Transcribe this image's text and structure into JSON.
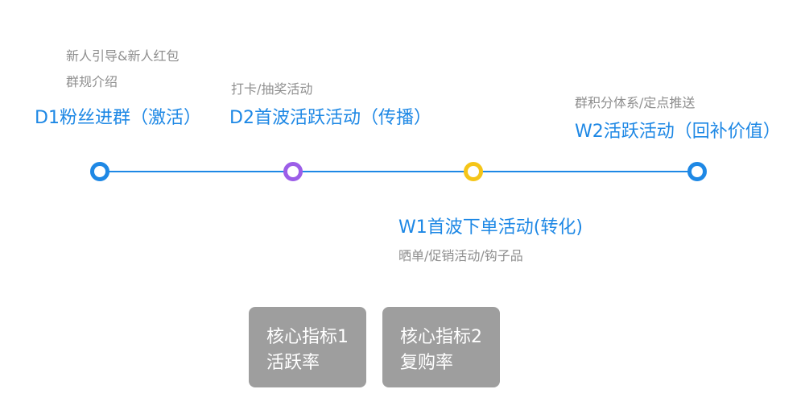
{
  "stages": [
    {
      "id": "d1",
      "title": "D1粉丝进群（激活）",
      "details": [
        "新人引导&新人红包",
        "群规介绍"
      ],
      "color": "#1e88e5"
    },
    {
      "id": "d2",
      "title": "D2首波活跃活动（传播）",
      "details": [
        "打卡/抽奖活动"
      ],
      "color": "#9c5ee8"
    },
    {
      "id": "w1",
      "title": "W1首波下单活动(转化)",
      "details": [
        "晒单/促销活动/钩子品"
      ],
      "color": "#f5c518"
    },
    {
      "id": "w2",
      "title": "W2活跃活动（回补价值）",
      "details": [
        "群积分体系/定点推送"
      ],
      "color": "#1e88e5"
    }
  ],
  "metrics": [
    {
      "line1": "核心指标1",
      "line2": "活跃率"
    },
    {
      "line1": "核心指标2",
      "line2": "复购率"
    }
  ],
  "colors": {
    "timeline": "#1e88e5",
    "title_text": "#1e88e5",
    "detail_text": "#8f8f8f",
    "card_bg": "#9e9e9e",
    "card_text": "#ffffff"
  }
}
